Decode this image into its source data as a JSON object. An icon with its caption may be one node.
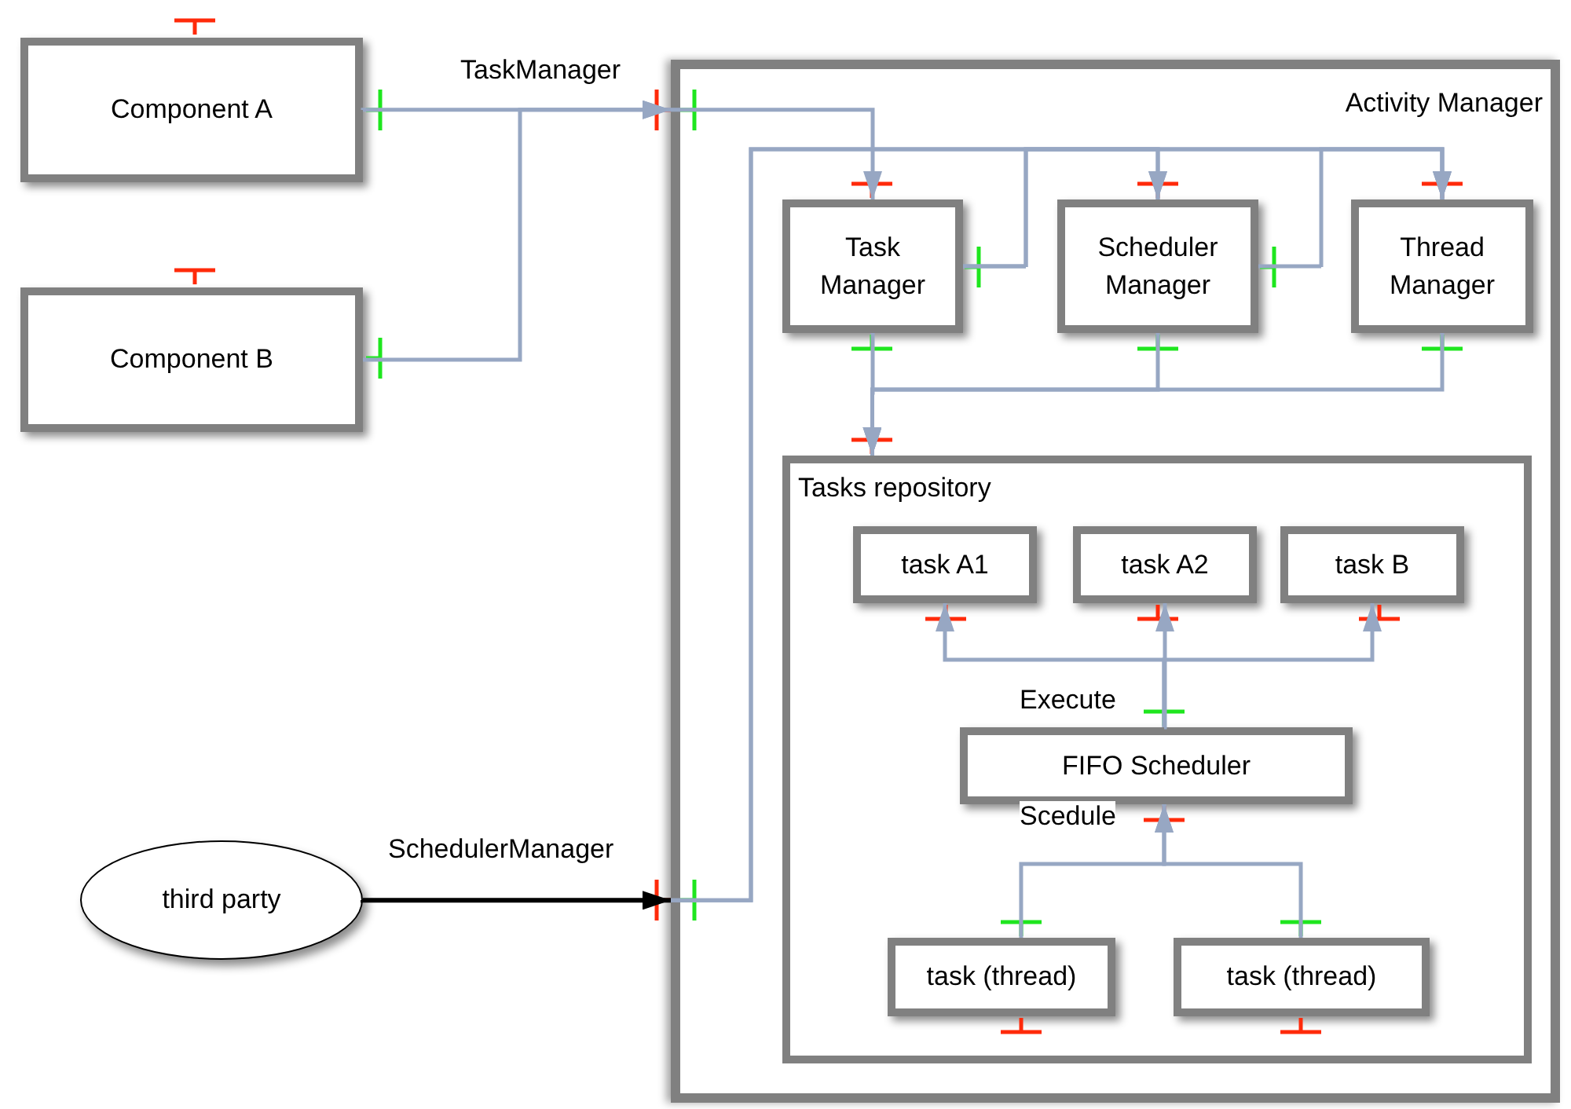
{
  "diagram": {
    "nodes": [
      {
        "text": [
          "Component A"
        ]
      },
      {
        "text": [
          "Component B"
        ]
      },
      {
        "text": [
          "Activity Manager"
        ]
      },
      {
        "text": [
          "Task Manager"
        ],
        "in": 2
      },
      {
        "text": [
          "Scheduler Manager"
        ],
        "in": 2
      },
      {
        "text": [
          "Thread Manager"
        ],
        "in": 2
      },
      {
        "text": [
          "Tasks repository"
        ],
        "in": 2
      },
      {
        "text": [
          "task A1"
        ],
        "in": 6
      },
      {
        "text": [
          "task A2"
        ],
        "in": 6
      },
      {
        "text": [
          "task B"
        ],
        "in": 6
      },
      {
        "text": [
          "FIFO Scheduler"
        ],
        "in": 6,
        "beside": [
          "Execute",
          "Scedule"
        ]
      },
      {
        "text": [
          "task (thread)"
        ],
        "in": 6
      },
      {
        "text": [
          "task (thread)"
        ],
        "in": 6
      },
      {
        "text": [
          "third party"
        ]
      }
    ],
    "edges": [
      {
        "from": 0,
        "to": 2,
        "arrow": "to",
        "label": "TaskManager"
      },
      {
        "from": 1,
        "to": 2,
        "arrow": "to"
      },
      {
        "from": 13,
        "to": 2,
        "arrow": "to",
        "label": "SchedulerManager",
        "color": "#000000"
      },
      {
        "from": 2,
        "to": 3,
        "arrow": "to"
      },
      {
        "from": 2,
        "to": 4,
        "arrow": "to"
      },
      {
        "from": 2,
        "to": 5,
        "arrow": "to"
      },
      {
        "from": 3,
        "to": 4,
        "arrow": "to"
      },
      {
        "from": 3,
        "to": 5,
        "arrow": "to"
      },
      {
        "from": 4,
        "to": 5,
        "arrow": "to"
      },
      {
        "from": 3,
        "to": 6,
        "arrow": "to"
      },
      {
        "from": 4,
        "to": 6,
        "arrow": "to"
      },
      {
        "from": 5,
        "to": 6,
        "arrow": "to"
      },
      {
        "from": 10,
        "to": 7,
        "arrow": "to"
      },
      {
        "from": 10,
        "to": 8,
        "arrow": "to"
      },
      {
        "from": 10,
        "to": 9,
        "arrow": "to"
      },
      {
        "from": 11,
        "to": 10,
        "arrow": "to"
      },
      {
        "from": 12,
        "to": 10,
        "arrow": "to"
      }
    ]
  }
}
